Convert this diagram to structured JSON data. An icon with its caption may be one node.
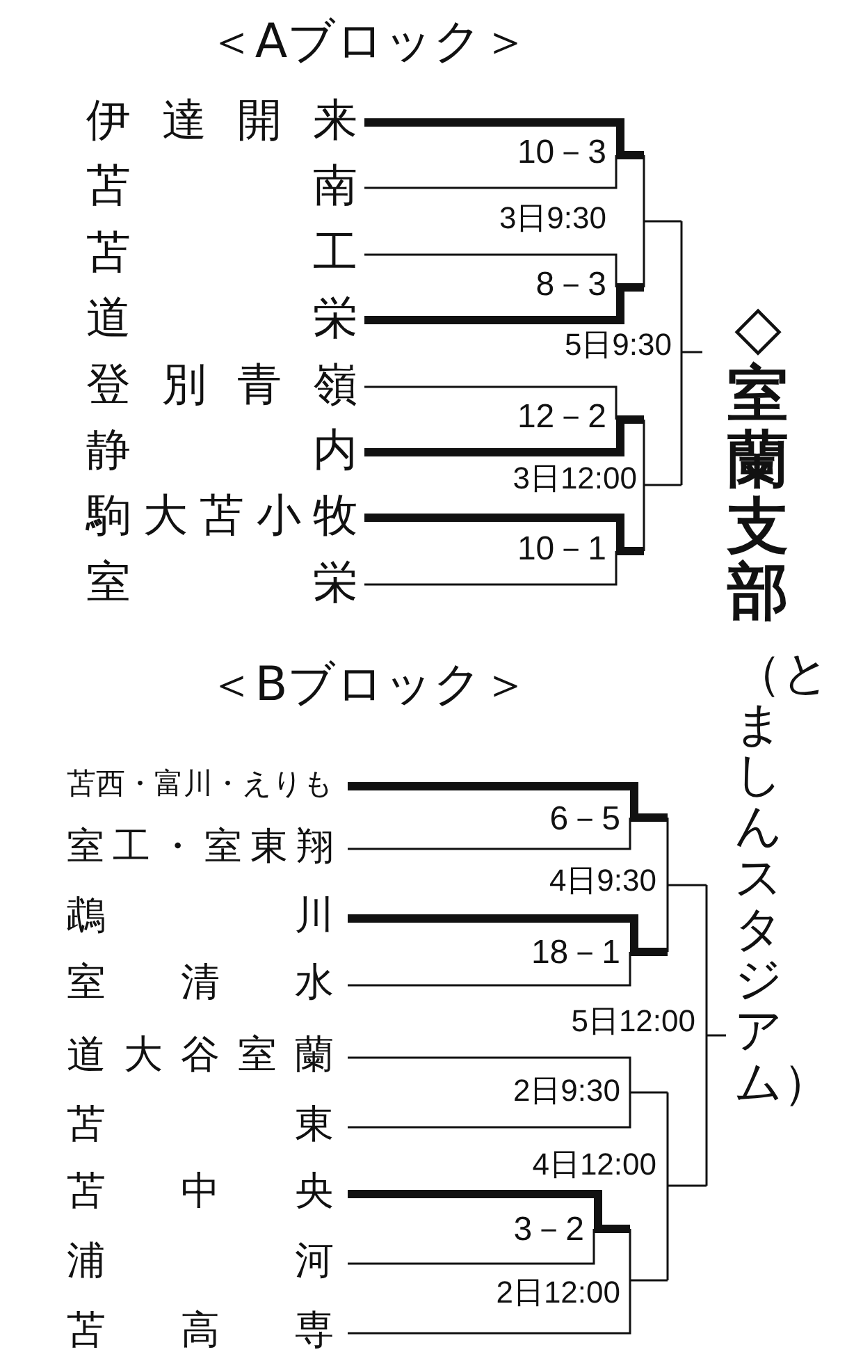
{
  "diagram": {
    "title": "◇室蘭支部",
    "nodes": [
      {
        "text": [
          "伊達開来"
        ]
      },
      {
        "text": [
          "苫南"
        ]
      },
      {
        "text": [
          "苫工"
        ]
      },
      {
        "text": [
          "道栄"
        ]
      },
      {
        "text": [
          "登別青嶺"
        ]
      },
      {
        "text": [
          "静内"
        ]
      },
      {
        "text": [
          "駒大苫小牧"
        ]
      },
      {
        "text": [
          "室栄"
        ]
      },
      {
        "text": [
          "苫西・富川・えりも"
        ]
      },
      {
        "text": [
          "室工・室東翔"
        ]
      },
      {
        "text": [
          "鵡川"
        ]
      },
      {
        "text": [
          "室清水"
        ]
      },
      {
        "text": [
          "道大谷室蘭"
        ]
      },
      {
        "text": [
          "苫東"
        ]
      },
      {
        "text": [
          "苫中央"
        ]
      },
      {
        "text": [
          "浦河"
        ]
      },
      {
        "text": [
          "苫高専"
        ]
      }
    ],
    "labels": [
      "＜Aブロック＞",
      "10－3",
      "3日9:30",
      "8－3",
      "5日9:30",
      "12－2",
      "3日12:00",
      "10－1",
      "＜Bブロック＞",
      "6－5",
      "4日9:30",
      "18－1",
      "5日12:00",
      "2日9:30",
      "4日12:00",
      "3－2",
      "2日12:00",
      "（とましんスタジアム）"
    ]
  }
}
